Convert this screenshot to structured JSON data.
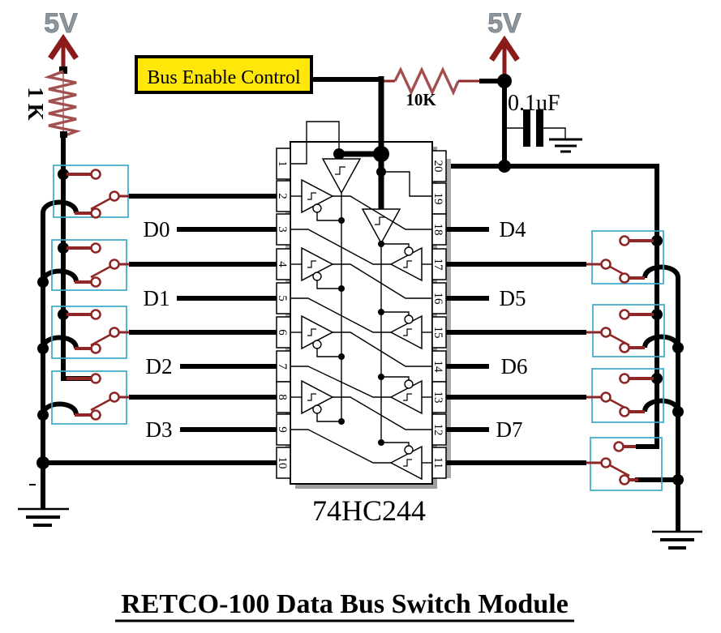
{
  "title": "RETCO-100 Data Bus Switch Module",
  "power": {
    "vcc_left": "5V",
    "vcc_right": "5V"
  },
  "components": {
    "r1": {
      "value": "1 K"
    },
    "r2": {
      "value": "10K"
    },
    "c1": {
      "value": "0.1uF"
    },
    "ic": {
      "part": "74HC244",
      "pins_left": [
        "1",
        "2",
        "3",
        "4",
        "5",
        "6",
        "7",
        "8",
        "9",
        "10"
      ],
      "pins_right": [
        "20",
        "19",
        "18",
        "17",
        "16",
        "15",
        "14",
        "13",
        "12",
        "11"
      ]
    },
    "bus_enable": {
      "label": "Bus Enable Control"
    }
  },
  "signals": {
    "left": [
      "D0",
      "D1",
      "D2",
      "D3"
    ],
    "right": [
      "D4",
      "D5",
      "D6",
      "D7"
    ]
  },
  "colors": {
    "wire": "#000000",
    "switch_red": "#8e2725",
    "resistor_red": "#a2504f",
    "arrow_red": "#8b1a1a",
    "box_cyan": "#3aa9c6",
    "enable_yellow": "#ffe70a",
    "power_gray": "#8d969d"
  }
}
